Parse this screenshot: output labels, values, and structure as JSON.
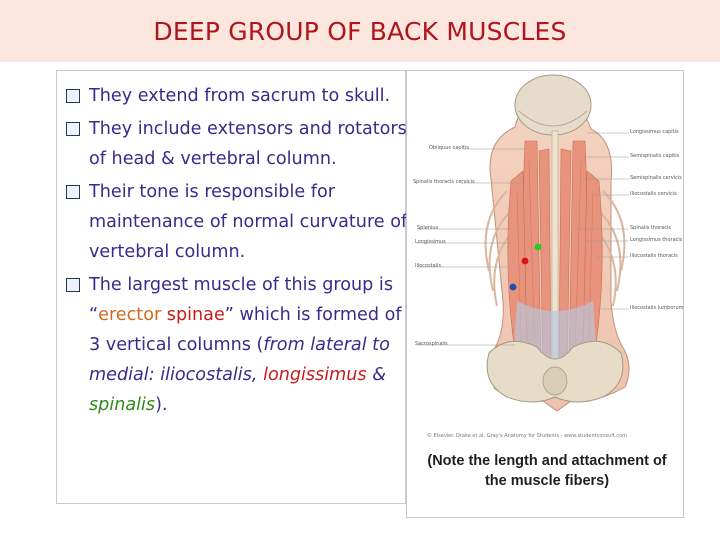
{
  "title": "DEEP GROUP OF BACK MUSCLES",
  "bullets": {
    "b1": "They extend from sacrum to skull.",
    "b2": "They include extensors and rotators of head & vertebral column.",
    "b3": "Their tone is responsible for maintenance of normal curvature of  vertebral column.",
    "b4_prefix": "The largest muscle of this group is ",
    "b4_open_quote": "“",
    "b4_erector": "erector ",
    "b4_spinae": "spinae",
    "b4_close_quote": "”",
    "b4_mid": " which is formed of 3 vertical columns (",
    "b4_italic": "from lateral to medial: iliocostalis, ",
    "b4_longissimus": "longissimus",
    "b4_amp": " & ",
    "b4_spinalis": "spinalis",
    "b4_end": ")."
  },
  "figure": {
    "labels_left": [
      "Obliquus capitis",
      "Spinalis thoracis cervicis",
      "Splenius",
      "Longissimus",
      "Iliocostalis",
      "Sacrospinalis"
    ],
    "labels_right": [
      "Longissimus capitis",
      "Semispinalis capitis",
      "Semispinalis cervicis",
      "Iliocostalis cervicis",
      "Spinalis thoracis",
      "Longissimus thoracis",
      "Iliocostalis thoracis",
      "Iliocostalis lumborum"
    ],
    "credit": "© Elsevier. Drake et al: Gray's Anatomy for Students - www.studentconsult.com",
    "caption": "(Note the length and attachment of the muscle fibers)",
    "marker_colors": {
      "green": "#22cc22",
      "red": "#dd1111",
      "blue": "#1a4fb4"
    }
  },
  "colors": {
    "title": "#b0141c",
    "body_text": "#3a2a8c",
    "title_bg": "#fbe7dd"
  }
}
